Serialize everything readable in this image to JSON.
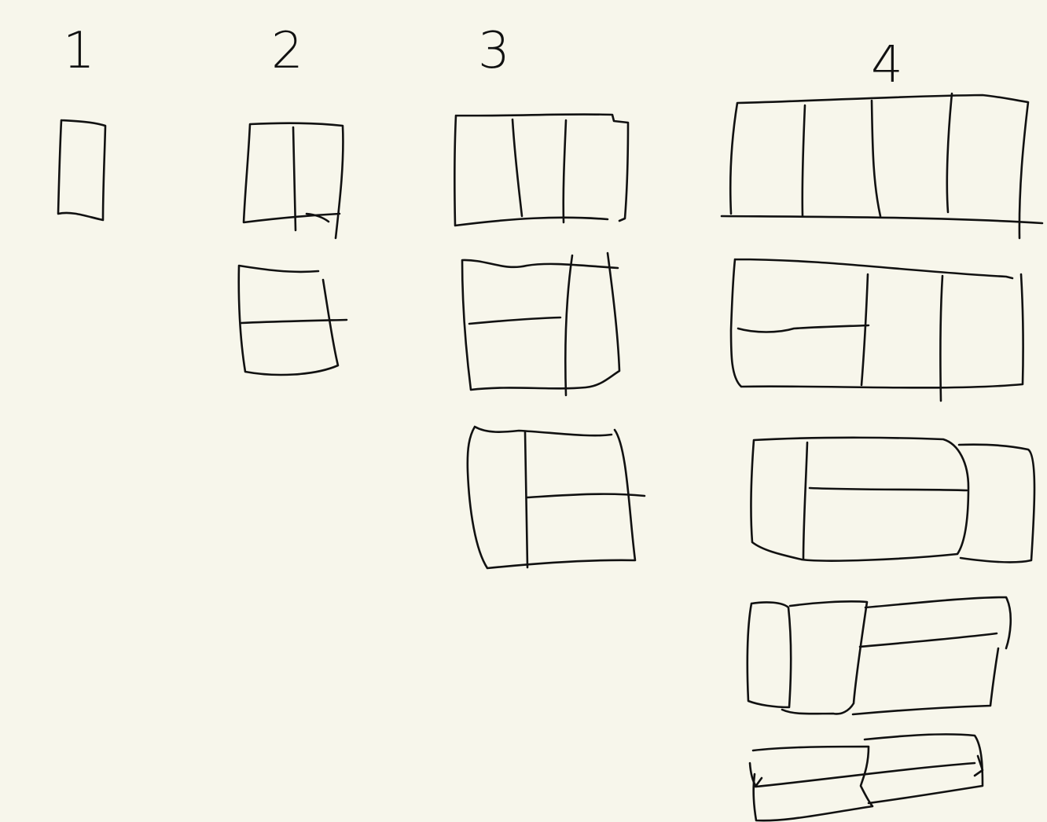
{
  "columns": [
    {
      "label": "1",
      "layout_count": 1
    },
    {
      "label": "2",
      "layout_count": 2
    },
    {
      "label": "3",
      "layout_count": 3
    },
    {
      "label": "4",
      "layout_count": 5
    }
  ],
  "colors": {
    "background": "#f7f6eb",
    "ink": "#111111"
  }
}
